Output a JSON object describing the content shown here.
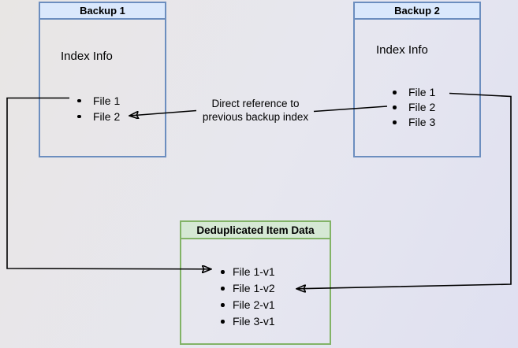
{
  "diagram": {
    "backup1": {
      "title": "Backup 1",
      "body_label": "Index Info",
      "files": [
        "File 1",
        "File 2"
      ]
    },
    "backup2": {
      "title": "Backup 2",
      "body_label": "Index Info",
      "files": [
        "File 1",
        "File 2",
        "File 3"
      ]
    },
    "dedup": {
      "title": "Deduplicated Item Data",
      "files": [
        "File 1-v1",
        "File 1-v2",
        "File 2-v1",
        "File 3-v1"
      ]
    },
    "annotation": {
      "label": "Direct reference to previous backup index"
    }
  },
  "colors": {
    "backup_header_fill": "#dae8fc",
    "backup_border": "#6c8ebf",
    "dedup_header_fill": "#d5e8d4",
    "dedup_border": "#82b366",
    "edge": "#000000",
    "text": "#000000",
    "background_left": "#e8e6e4",
    "background_right": "#dfe0f1"
  }
}
